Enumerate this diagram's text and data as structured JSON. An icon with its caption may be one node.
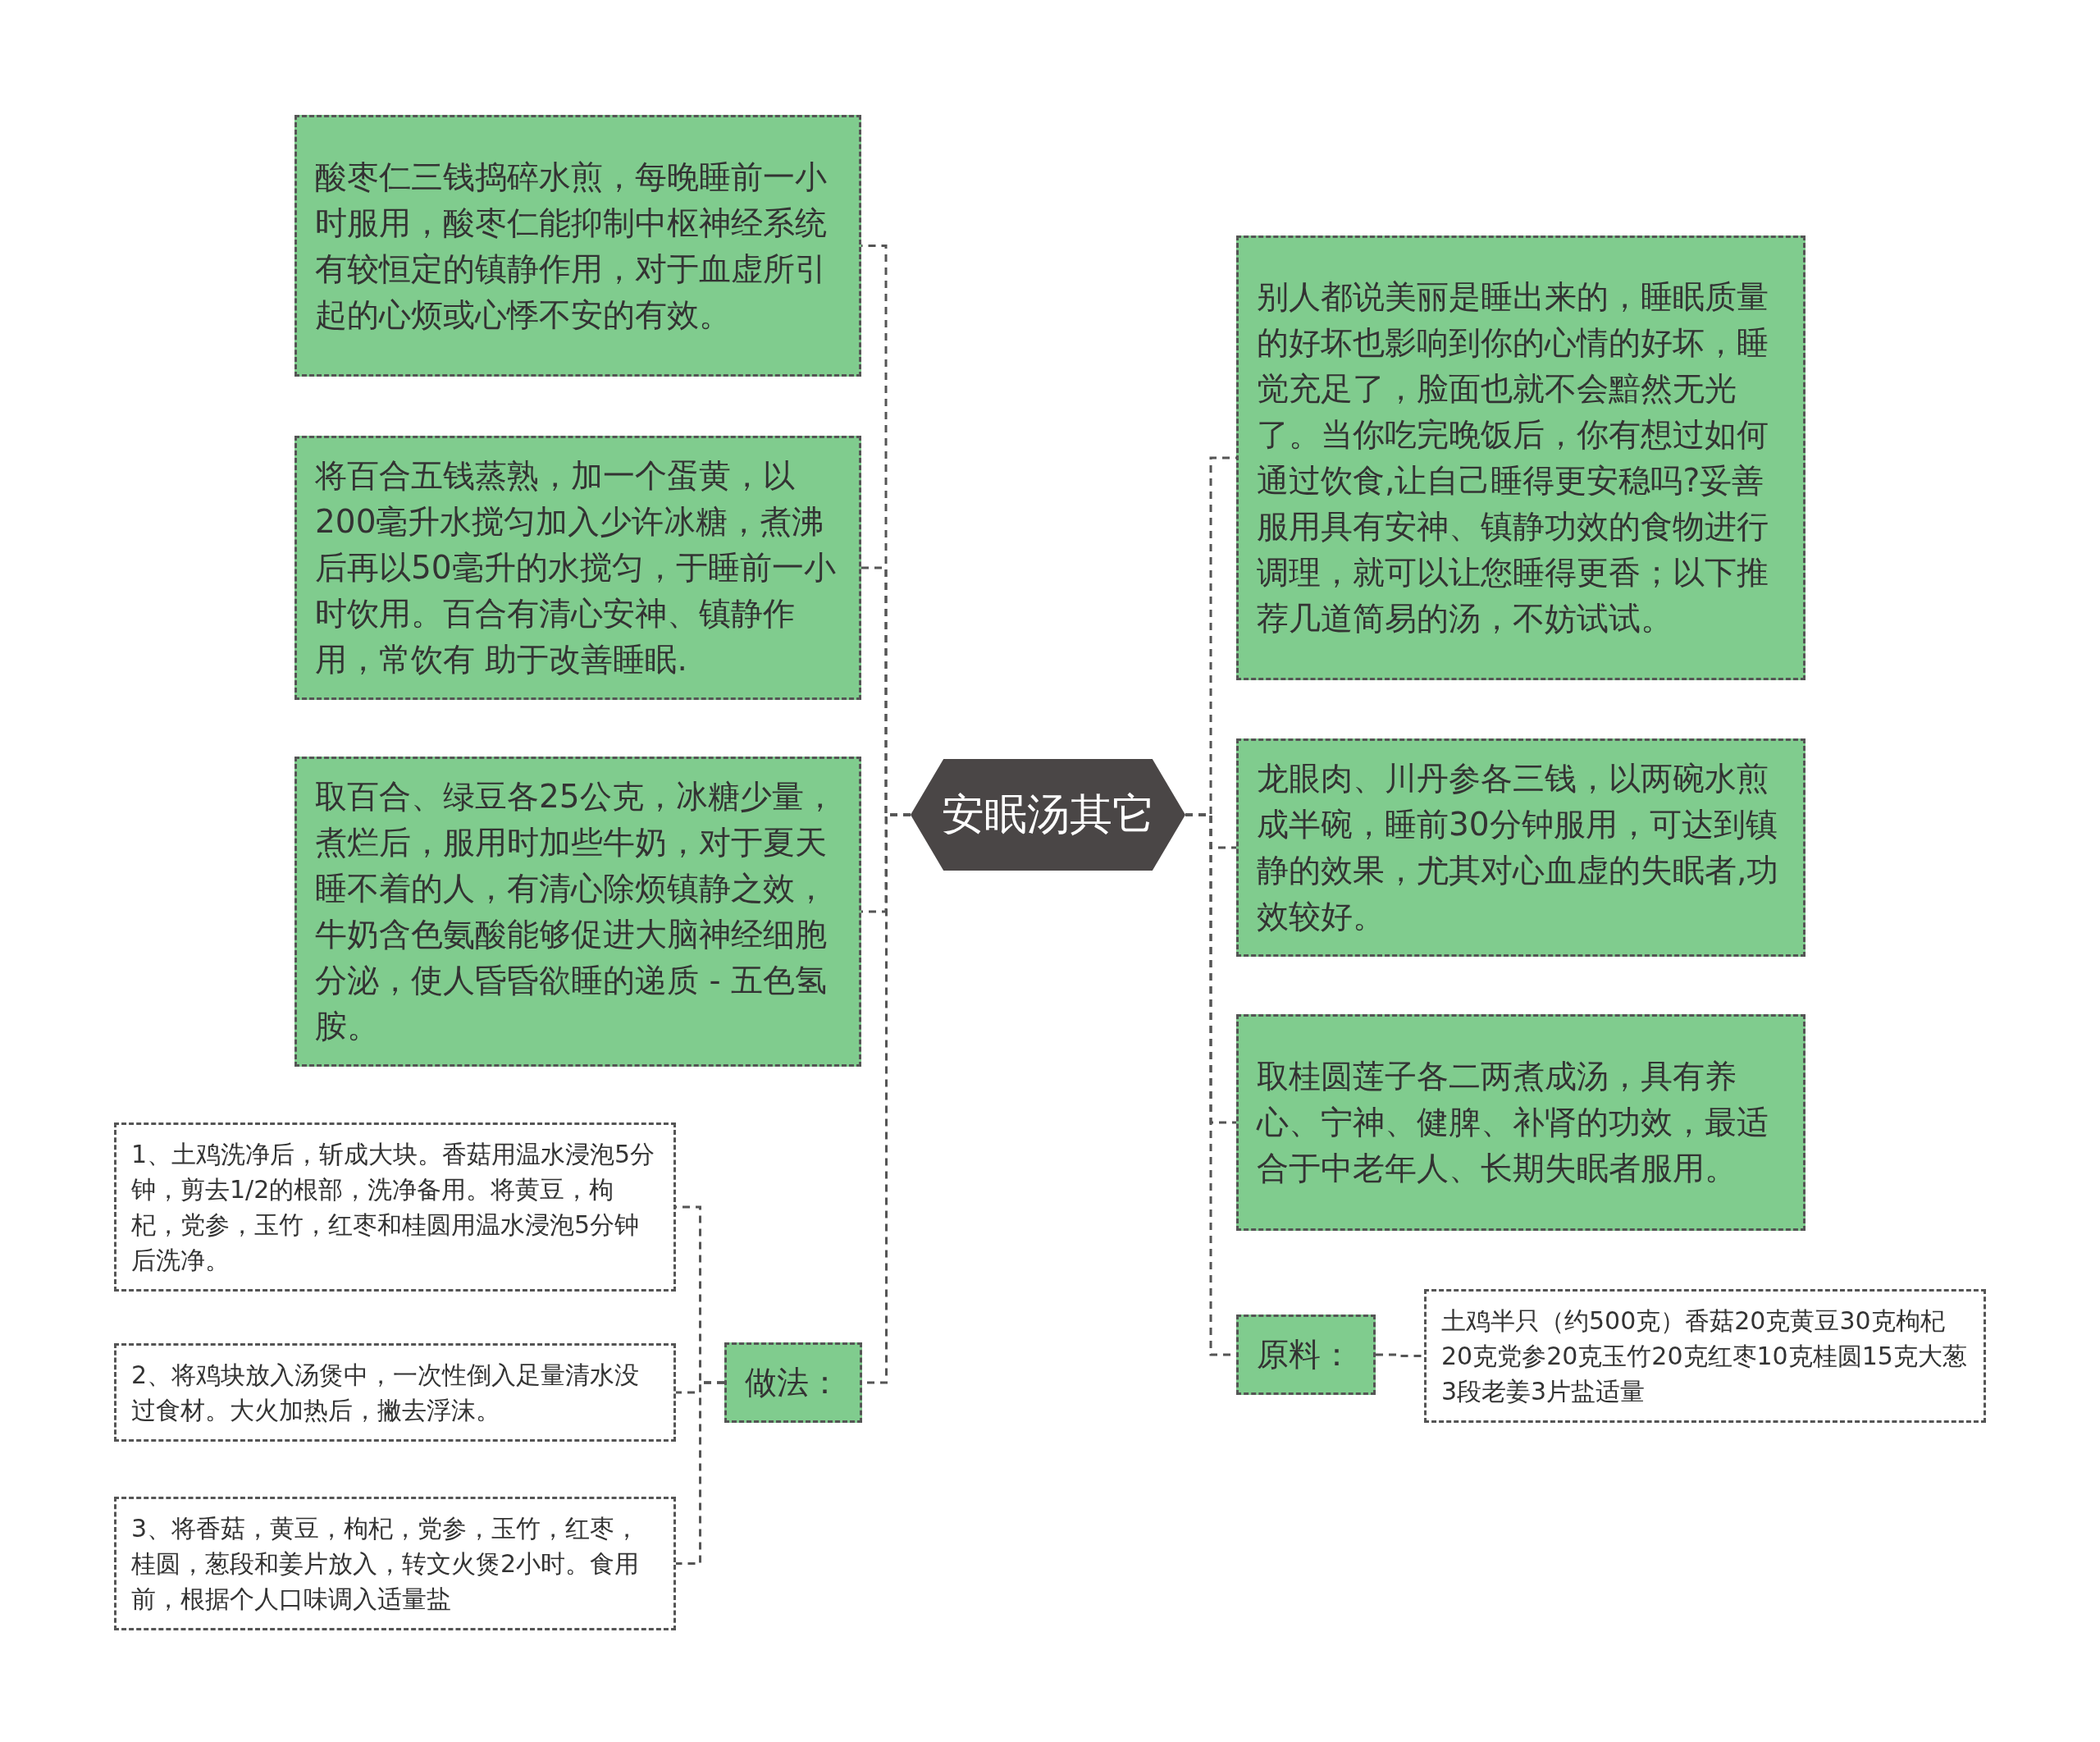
{
  "diagram": {
    "nodes": [
      {
        "text": [
          "安眠汤其它"
        ]
      },
      {
        "text": [
          "酸枣仁三钱捣碎水煎，每晚睡前一小时服用，酸枣仁能抑制中枢神经系统有较恒定的镇静作用，对于血虚所引起的心烦或心悸不安的有效。"
        ]
      },
      {
        "text": [
          "将百合五钱蒸熟，加一个蛋黄，以200毫升水搅匀加入少许冰糖，煮沸后再以50毫升的水搅匀，于睡前一小时饮用。百合有清心安神、镇静作用，常饮有 助于改善睡眠."
        ]
      },
      {
        "text": [
          "取百合、绿豆各25公克，冰糖少量，煮烂后，服用时加些牛奶，对于夏天睡不着的人，有清心除烦镇静之效，牛奶含色氨酸能够促进大脑神经细胞分泌，使人昏昏欲睡的递质 - 五色氢胺。"
        ]
      },
      {
        "text": [
          "做法："
        ]
      },
      {
        "text": [
          "1、土鸡洗净后，斩成大块。香菇用温水浸泡5分钟，剪去1/2的根部，洗净备用。将黄豆，枸杞，党参，玉竹，红枣和桂圆用温水浸泡5分钟后洗净。"
        ]
      },
      {
        "text": [
          "2、将鸡块放入汤煲中，一次性倒入足量清水没过食材。大火加热后，撇去浮沫。"
        ]
      },
      {
        "text": [
          "3、将香菇，黄豆，枸杞，党参，玉竹，红枣，桂圆，葱段和姜片放入，转文火煲2小时。食用前，根据个人口味调入适量盐"
        ]
      },
      {
        "text": [
          "别人都说美丽是睡出来的，睡眠质量的好坏也影响到你的心情的好坏，睡觉充足了，脸面也就不会黯然无光了。当你吃完晚饭后，你有想过如何通过饮食,让自己睡得更安稳吗?妥善服用具有安神、镇静功效的食物进行调理，就可以让您睡得更香；以下推荐几道简易的汤，不妨试试。"
        ]
      },
      {
        "text": [
          "龙眼肉、川丹参各三钱，以两碗水煎成半碗，睡前30分钟服用，可达到镇静的效果，尤其对心血虚的失眠者,功效较好。"
        ]
      },
      {
        "text": [
          "取桂圆莲子各二两煮成汤，具有养心、宁神、健脾、补肾的功效，最适合于中老年人、长期失眠者服用。"
        ]
      },
      {
        "text": [
          "原料："
        ]
      },
      {
        "text": [
          "土鸡半只（约500克）香菇20克黄豆30克枸杞20克党参20克玉竹20克红枣10克桂圆15克大葱3段老姜3片盐适量"
        ]
      }
    ],
    "edges": [
      {
        "from": 0,
        "to": 1,
        "arrow": "none",
        "style": "dashed"
      },
      {
        "from": 0,
        "to": 2,
        "arrow": "none",
        "style": "dashed"
      },
      {
        "from": 0,
        "to": 3,
        "arrow": "none",
        "style": "dashed"
      },
      {
        "from": 0,
        "to": 4,
        "arrow": "none",
        "style": "dashed"
      },
      {
        "from": 4,
        "to": 5,
        "arrow": "none",
        "style": "dashed"
      },
      {
        "from": 4,
        "to": 6,
        "arrow": "none",
        "style": "dashed"
      },
      {
        "from": 4,
        "to": 7,
        "arrow": "none",
        "style": "dashed"
      },
      {
        "from": 0,
        "to": 8,
        "arrow": "none",
        "style": "dashed"
      },
      {
        "from": 0,
        "to": 9,
        "arrow": "none",
        "style": "dashed"
      },
      {
        "from": 0,
        "to": 10,
        "arrow": "none",
        "style": "dashed"
      },
      {
        "from": 0,
        "to": 11,
        "arrow": "none",
        "style": "dashed"
      },
      {
        "from": 11,
        "to": 12,
        "arrow": "none",
        "style": "dashed"
      }
    ]
  }
}
